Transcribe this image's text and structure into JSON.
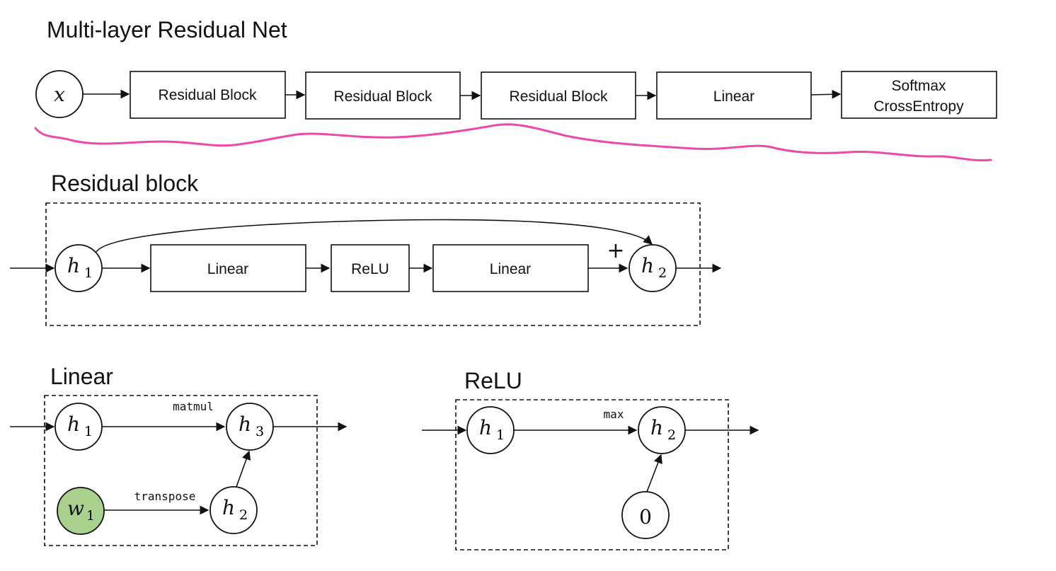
{
  "titles": {
    "main": "Multi-layer Residual Net",
    "residual": "Residual block",
    "linear": "Linear",
    "relu": "ReLU"
  },
  "top_row": {
    "input": "x",
    "blocks": [
      "Residual Block",
      "Residual Block",
      "Residual Block",
      "Linear"
    ],
    "softmax_line1": "Softmax",
    "softmax_line2": "CrossEntropy"
  },
  "residual_block": {
    "in_node": {
      "var": "h",
      "sub": "1"
    },
    "out_node": {
      "var": "h",
      "sub": "2"
    },
    "boxes": [
      "Linear",
      "ReLU",
      "Linear"
    ],
    "plus": "+"
  },
  "linear_block": {
    "h1": {
      "var": "h",
      "sub": "1"
    },
    "h3": {
      "var": "h",
      "sub": "3"
    },
    "w1": {
      "var": "w",
      "sub": "1"
    },
    "h2": {
      "var": "h",
      "sub": "2"
    },
    "op_matmul": "matmul",
    "op_transpose": "transpose"
  },
  "relu_block": {
    "h1": {
      "var": "h",
      "sub": "1"
    },
    "h2": {
      "var": "h",
      "sub": "2"
    },
    "zero": "0",
    "op_max": "max"
  },
  "colors": {
    "ink": "#111111",
    "annotation": "#ec4aa8",
    "weight_fill": "#a8d18d"
  }
}
